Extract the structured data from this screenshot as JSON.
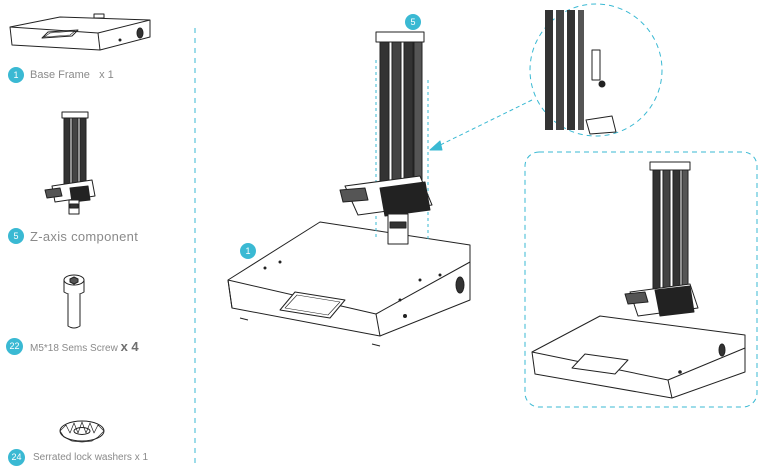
{
  "parts": [
    {
      "number": "1",
      "name": "Base Frame",
      "qty": "x 1"
    },
    {
      "number": "5",
      "name": "Z-axis component",
      "qty": ""
    },
    {
      "number": "22",
      "name": "M5*18 Sems Screw",
      "qty": "x 4"
    },
    {
      "number": "24",
      "name": "Serrated lock washers x 1",
      "qty": ""
    }
  ],
  "callouts": {
    "zaxis": "5",
    "base": "1"
  },
  "colors": {
    "accent": "#3ab9d3",
    "label": "#8a8a8a",
    "line": "#222222"
  }
}
